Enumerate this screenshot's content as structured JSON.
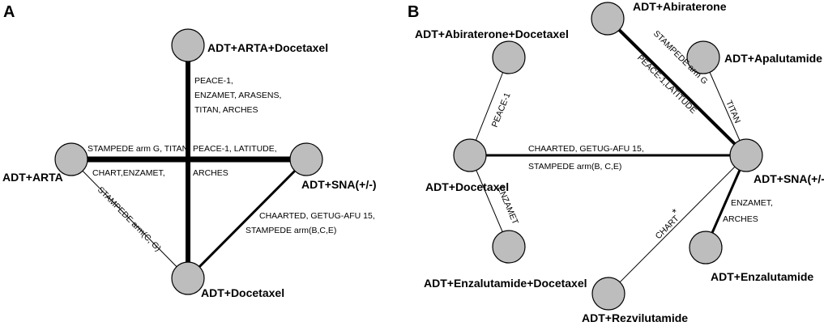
{
  "panels": {
    "a": "A",
    "b": "B"
  },
  "panel_a": {
    "nodes": {
      "top": "ADT+ARTA+Docetaxel",
      "left": "ADT+ARTA",
      "right": "ADT+SNA(+/-)",
      "bottom": "ADT+Docetaxel"
    },
    "trials": {
      "vertical_1": "PEACE-1,",
      "vertical_2": "ENZAMET, ARASENS,",
      "vertical_3": "TITAN, ARCHES",
      "horiz_left_1": "STAMPEDE arm G, TITAN,",
      "horiz_left_2": "CHART,ENZAMET,",
      "horiz_right_1": "PEACE-1, LATITUDE,",
      "horiz_right_2": "ARCHES",
      "right_bottom_1": "CHAARTED, GETUG-AFU 15,",
      "right_bottom_2": "STAMPEDE arm(B,C,E)",
      "left_bottom": "STAMPEDE arm(C, G)"
    }
  },
  "panel_b": {
    "nodes": {
      "abi_doce": "ADT+Abiraterone+Docetaxel",
      "abiraterone": "ADT+Abiraterone",
      "apalutamide": "ADT+Apalutamide",
      "docetaxel": "ADT+Docetaxel",
      "sna": "ADT+SNA(+/-)",
      "enza_doce": "ADT+Enzalutamide+Docetaxel",
      "enzalutamide": "ADT+Enzalutamide",
      "rezvilutamide": "ADT+Rezvilutamide"
    },
    "trials": {
      "peace1": "PEACE-1",
      "enzamet": "ENZAMET",
      "stampede_g": "STAMPEDE arm G",
      "peace1_latitude": "PEACE-1,LATITUDE",
      "titan": "TITAN",
      "chaarted_1": "CHAARTED, GETUG-AFU 15,",
      "chaarted_2": "STAMPEDE arm(B, C,E)",
      "enzamet_2": "ENZAMET,",
      "arches": "ARCHES",
      "chart": "CHART",
      "chart_mark": "*"
    }
  }
}
